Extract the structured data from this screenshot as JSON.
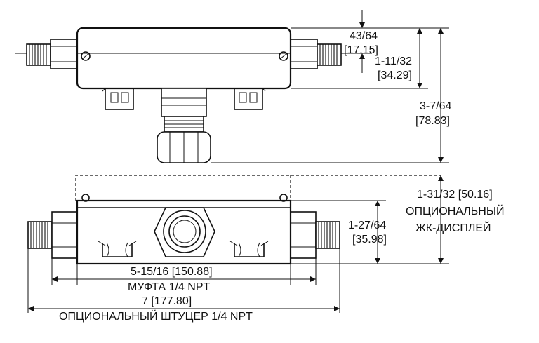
{
  "dimensions": {
    "top_hole_offset": {
      "fraction": "43/64",
      "metric": "[17.15]"
    },
    "top_body_height": {
      "fraction": "1-11/32",
      "metric": "[34.29]"
    },
    "top_total_height": {
      "fraction": "3-7/64",
      "metric": "[78.83]"
    },
    "lcd_height": {
      "value": "1-31/32 [50.16]",
      "note_line1": "ОПЦИОНАЛЬНЫЙ",
      "note_line2": "ЖК-ДИСПЛЕЙ"
    },
    "front_body_height": {
      "fraction": "1-27/64",
      "metric": "[35.98]"
    },
    "body_length": {
      "value": "5-15/16 [150.88]",
      "note": "МУФТА 1/4 NPT"
    },
    "overall_length": {
      "value": "7 [177.80]",
      "note": "ОПЦИОНАЛЬНЫЙ ШТУЦЕР 1/4 NPT"
    }
  }
}
